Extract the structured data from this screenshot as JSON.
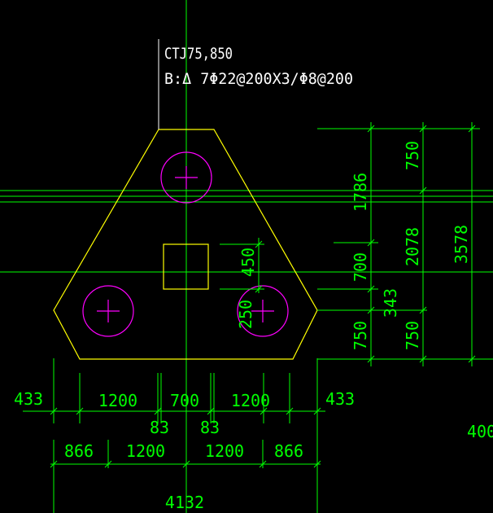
{
  "colors": {
    "background": "#000000",
    "dimension": "#00ff00",
    "outline": "#ffff00",
    "pile": "#ff00ff",
    "label": "#ffffff"
  },
  "label": {
    "line1": "CTJ75,850",
    "line2": "B:Δ 7Φ22@200X3/Φ8@200"
  },
  "dims": {
    "left_433": "433",
    "right_433": "433",
    "d1200_a": "1200",
    "d700": "700",
    "d1200_b": "1200",
    "d83_a": "83",
    "d83_b": "83",
    "d866_a": "866",
    "d1200_c": "1200",
    "d1200_d": "1200",
    "d866_b": "866",
    "total": "4132",
    "side_400": "400",
    "col_450": "450",
    "col_250": "250",
    "v1786": "1786",
    "v700": "700",
    "v343": "343",
    "v750_left": "750",
    "v750_top": "750",
    "v2078": "2078",
    "v750_bottom": "750",
    "v3578": "3578"
  }
}
